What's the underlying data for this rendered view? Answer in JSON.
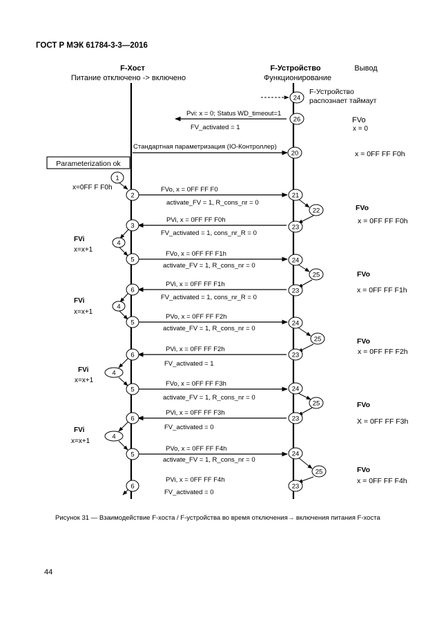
{
  "document": {
    "header": "ГОСТ Р МЭК 61784-3-3—2016",
    "page_number": "44",
    "caption": "Рисунок 31 — Взаимодействие F-хоста / F-устройства во время отключения→ включения питания F-хоста"
  },
  "diagram": {
    "host_title": "F-Хост",
    "host_subtitle": "Питание отключено -> включено",
    "device_title": "F-Устройство",
    "device_subtitle": "Функционирование",
    "output_title": "Вывод",
    "timeout_note_1": "F-Устройство",
    "timeout_note_2": "распознает таймаут",
    "param_ok_box": "Parameterization ok",
    "host_state_1": "x=0FF F F0h",
    "fvo_top_1": "FVo",
    "fvo_top_2": "x  = 0",
    "circles": {
      "c24a": "24",
      "c26": "26",
      "c20": "20",
      "c1": "1",
      "c2": "2",
      "c21": "21",
      "c22": "22",
      "c3": "3",
      "c23a": "23",
      "c4a": "4",
      "c5a": "5",
      "c24b": "24",
      "c25a": "25",
      "c6a": "6",
      "c23b": "23",
      "c4b": "4",
      "c5b": "5",
      "c24c": "24",
      "c25b": "25",
      "c6b": "6",
      "c23c": "23",
      "c4c": "4",
      "c5c": "5",
      "c24d": "24",
      "c25c": "25",
      "c6c": "6",
      "c23d": "23",
      "c4d": "4",
      "c5d": "5",
      "c24e": "24",
      "c25d": "25",
      "c6d": "6",
      "c23e": "23"
    },
    "messages": {
      "m26_a": "Pvi: x = 0; Status WD_timeout=1",
      "m26_b": "FV_activated = 1",
      "m20": "Стандартная параметризация (IO-Контроллер)",
      "m2_a": "FVo, x = 0FF FF F0",
      "m2_b": "activate_FV = 1, R_cons_nr = 0",
      "m3_a": "PVi, x = 0FF FF F0h",
      "m3_b": "FV_activated = 1, cons_nr_R = 0",
      "m5a_a": "FVo, x = 0FF FF F1h",
      "m5a_b": "activate_FV = 1, R_cons_nr = 0",
      "m6a_a": "PVi, x = 0FF FF F1h",
      "m6a_b": "FV_activated = 1, cons_nr_R = 0",
      "m5b_a": "PVo, x = 0FF FF F2h",
      "m5b_b": "activate_FV = 1, R_cons_nr = 0",
      "m6b_a": "PVi, x = 0FF FF F2h",
      "m6b_b": "FV_activated = 1",
      "m5c_a": "FVo, x = 0FF FF F3h",
      "m5c_b": "activate_FV = 1, R_cons_nr = 0",
      "m6c_a": "PVi, x = 0FF FF F3h",
      "m6c_b": "FV_activated = 0",
      "m5d_a": "PVo, x = 0FF FF F4h",
      "m5d_b": "activate_FV = 1, R_cons_nr = 0",
      "m6d_a": "PVi, x = 0FF FF F4h",
      "m6d_b": "FV_activated = 0"
    },
    "host_notes": {
      "fvi_1": "FVi",
      "inc_1": "x=x+1",
      "fvi_2": "FVi",
      "inc_2": "x=x+1",
      "fvi_3": "FVi",
      "inc_3": "x=x+1",
      "fvi_4": "FVi",
      "inc_4": "x=x+1"
    },
    "outputs": {
      "o20": "x = 0FF FF F0h",
      "fvo_1": "FVo",
      "o1": "x = 0FF FF F0h",
      "fvo_2": "FVo",
      "o2": "x = 0FF FF F1h",
      "fvo_3": "FVo",
      "o3": "x = 0FF FF F2h",
      "fvo_4": "FVo",
      "o4": "X = 0FF FF F3h",
      "fvo_5": "FVo",
      "o5": "x = 0FF FF F4h"
    }
  }
}
